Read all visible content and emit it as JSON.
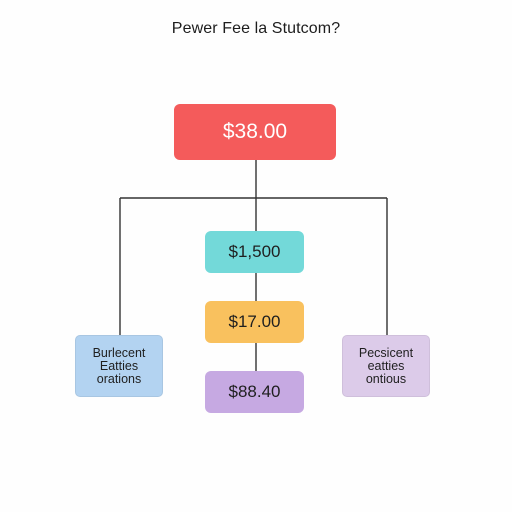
{
  "diagram": {
    "title": "Pewer Fee la Stutcom?",
    "root": {
      "label": "$38.00",
      "color": "#f45b5b"
    },
    "center_nodes": [
      {
        "label": "$1,500",
        "color": "#73d9d9"
      },
      {
        "label": "$17.00",
        "color": "#f9c15e"
      },
      {
        "label": "$88.40",
        "color": "#c6a9e2"
      }
    ],
    "left_node": {
      "lines": [
        "Burlecent",
        "Eatties",
        "orations"
      ],
      "color": "#b3d3f1"
    },
    "right_node": {
      "lines": [
        "Pecsicent",
        "eatties",
        "ontious"
      ],
      "color": "#dccbe9"
    },
    "line_color": "#333333"
  }
}
